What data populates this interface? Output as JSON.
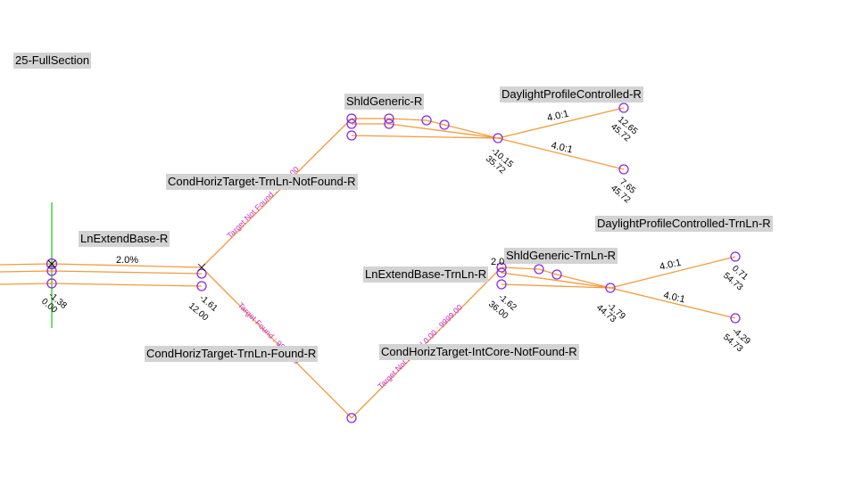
{
  "labels": {
    "full_section": "25-FullSection",
    "shld_generic_r": "ShldGeneric-R",
    "daylight_profile_controlled_r": "DaylightProfileControlled-R",
    "cond_horiz_target_trnln_notfound_r": "CondHorizTarget-TrnLn-NotFound-R",
    "ln_extend_base_r": "LnExtendBase-R",
    "daylight_profile_controlled_trnln_r": "DaylightProfileControlled-TrnLn-R",
    "shld_generic_trnln_r": "ShldGeneric-TrnLn-R",
    "ln_extend_base_trnln_r": "LnExtendBase-TrnLn-R",
    "cond_horiz_target_trnln_found_r": "CondHorizTarget-TrnLn-Found-R",
    "cond_horiz_target_intcore_notfound_r": "CondHorizTarget-IntCore-NotFound-R"
  },
  "annotations": {
    "slope_base": "2.0%",
    "slope_trnln_base": "2.0",
    "slope_daylight_upper": "4.0:1",
    "slope_daylight_lower": "4.0:1",
    "slope_trnln_upper": "4.0:1",
    "slope_trnln_lower": "4.0:1",
    "target_not_found_upper": "Target Not Found : 9999.00",
    "target_found": "Target Found : 9999.00",
    "target_not_found_lower": "Target Not Found 0.00 : 9999.00"
  },
  "offsets": {
    "origin_elev": "-1.38",
    "origin_offset": "0.00",
    "base_end_elev": "-1.61",
    "base_end_offset": "12.00",
    "shld_end_elev": "-10.15",
    "shld_end_offset": "35.72",
    "daylight_top_elev": "12.65",
    "daylight_top_offset": "45.72",
    "daylight_bot_elev": "7.65",
    "daylight_bot_offset": "45.72",
    "trnln_base_elev": "-1.62",
    "trnln_base_offset": "36.00",
    "trnln_shld_elev": "-1.79",
    "trnln_shld_offset": "44.73",
    "trnln_day_top_elev": "0.71",
    "trnln_day_top_offset": "54.73",
    "trnln_day_bot_elev": "-4.29",
    "trnln_day_bot_offset": "54.73"
  },
  "colors": {
    "link": "#f39a3c",
    "node": "#8a2be2",
    "annotation": "#cc33cc",
    "origin_line": "#22cc22",
    "label_bg": "#d3d3d3"
  }
}
